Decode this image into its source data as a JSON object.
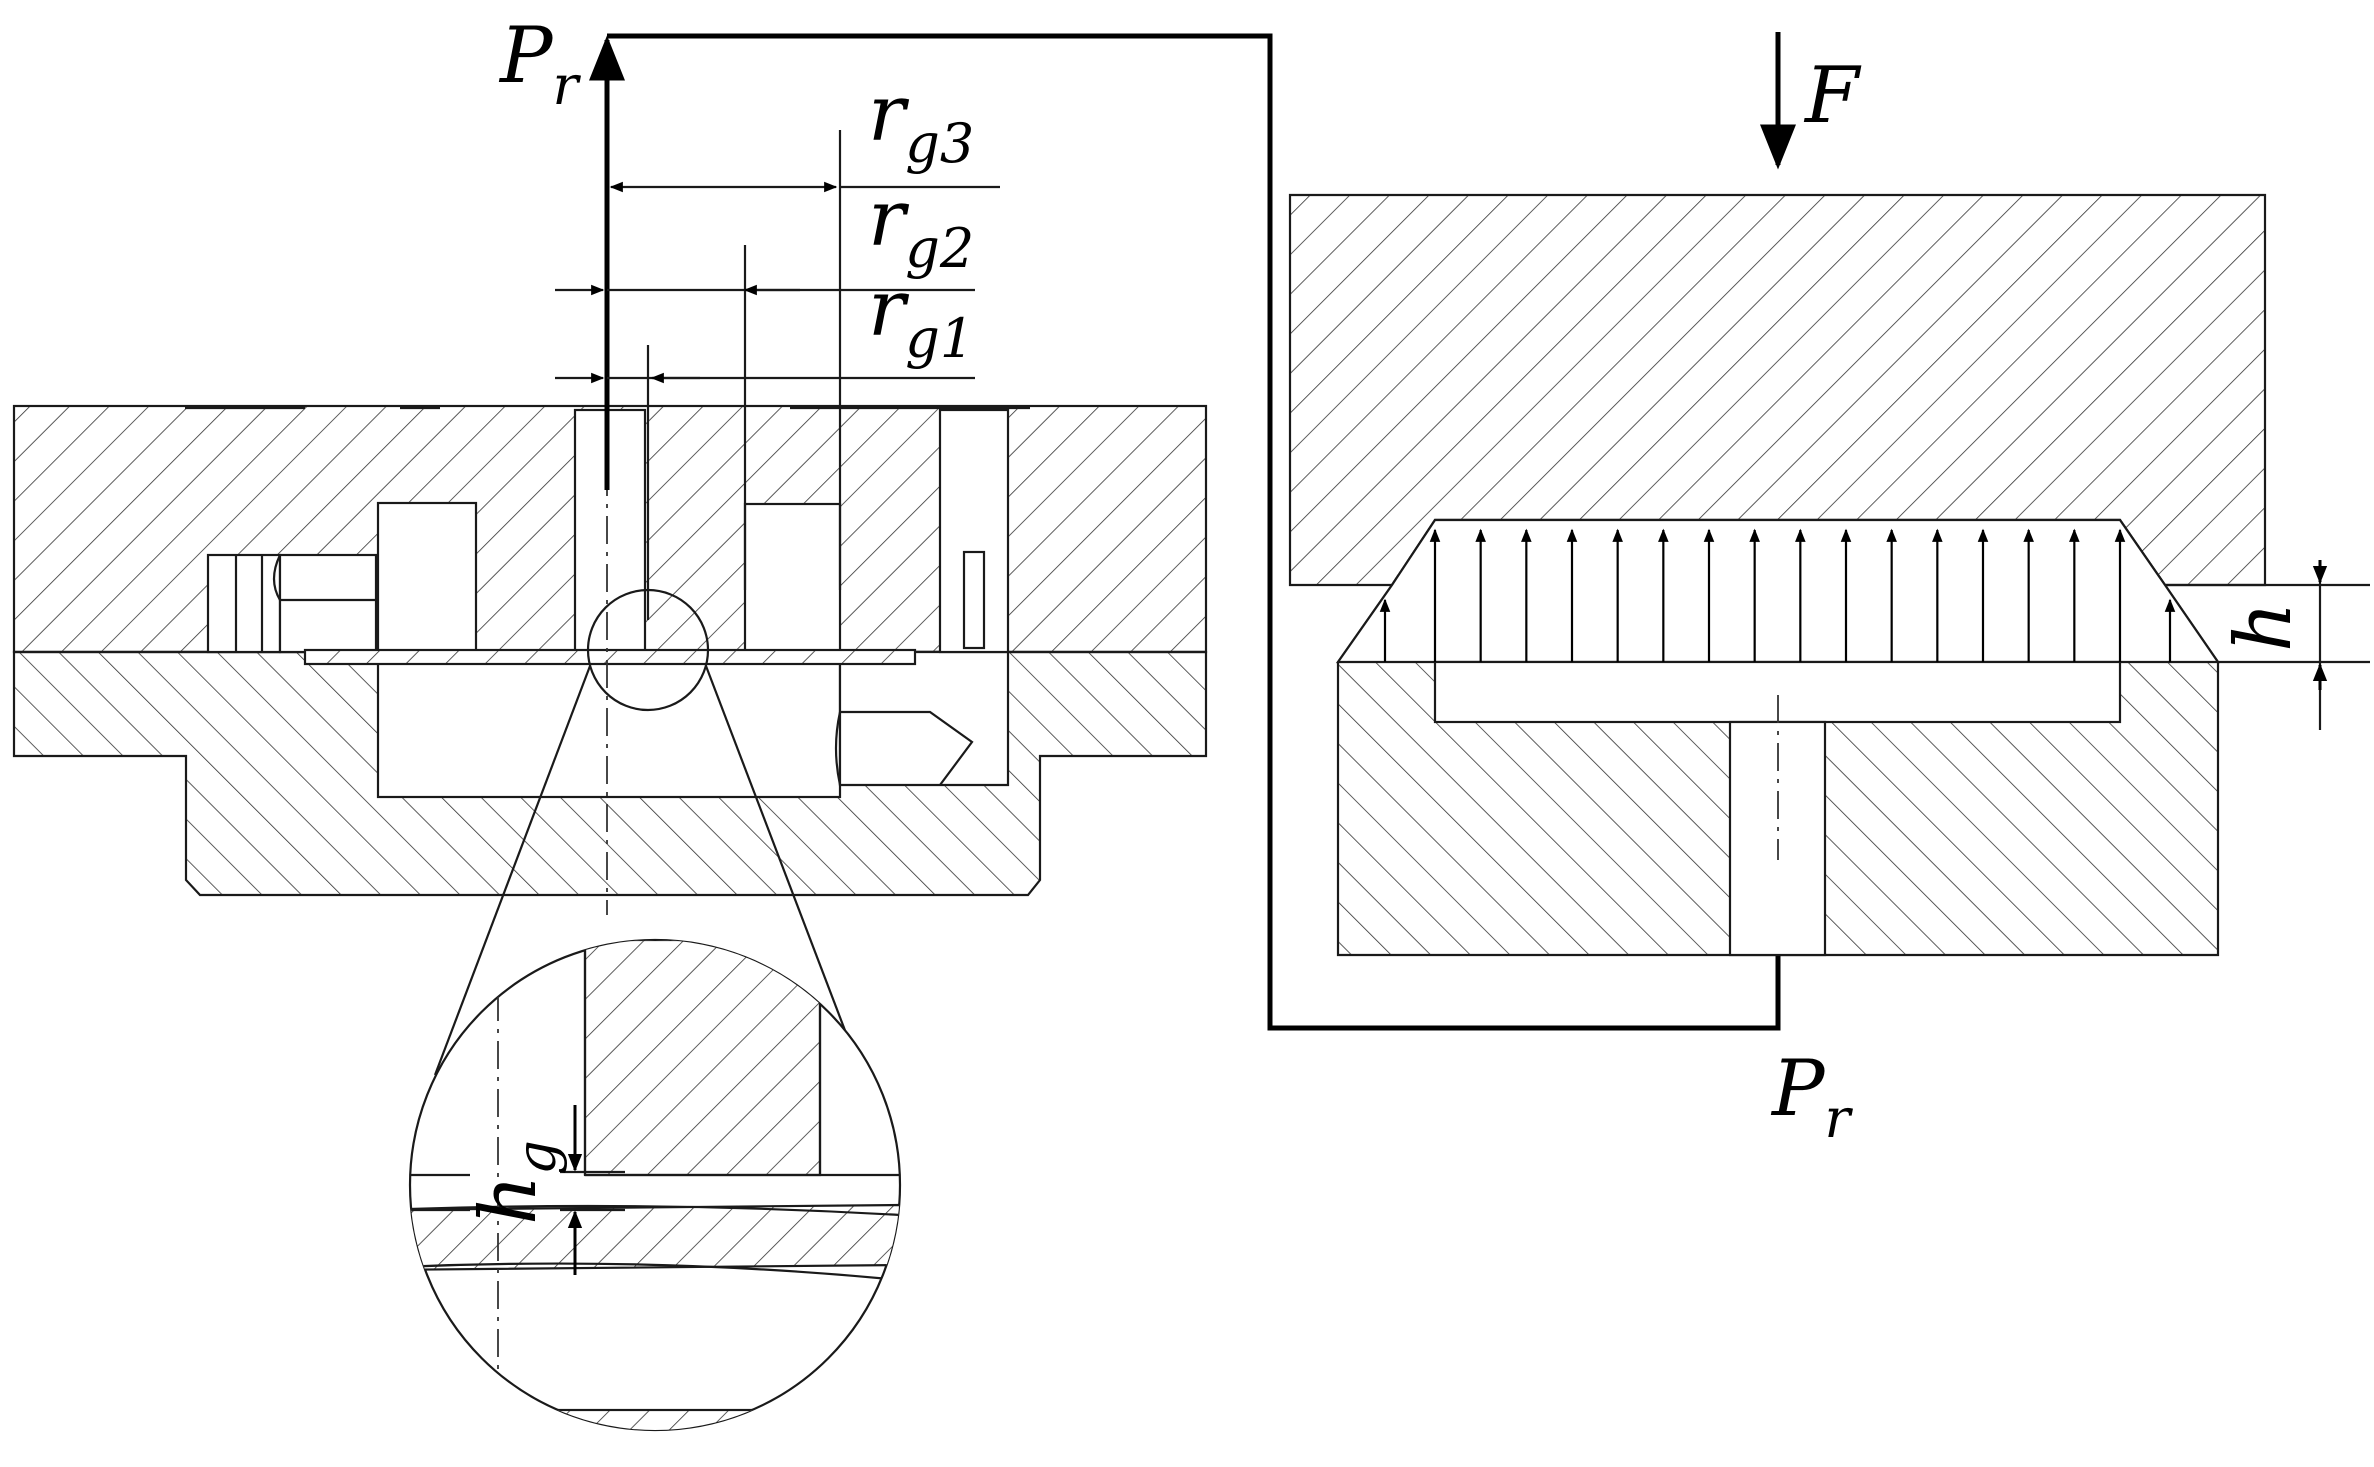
{
  "labels": {
    "pr_top": {
      "main": "P",
      "sub": "r"
    },
    "pr_bottom": {
      "main": "P",
      "sub": "r"
    },
    "force": "F",
    "rg3": {
      "main": "r",
      "sub": "g3"
    },
    "rg2": {
      "main": "r",
      "sub": "g2"
    },
    "rg1": {
      "main": "r",
      "sub": "g1"
    },
    "h": "h",
    "hg": {
      "main": "h",
      "sub": "g"
    }
  },
  "arrow_count": 16
}
